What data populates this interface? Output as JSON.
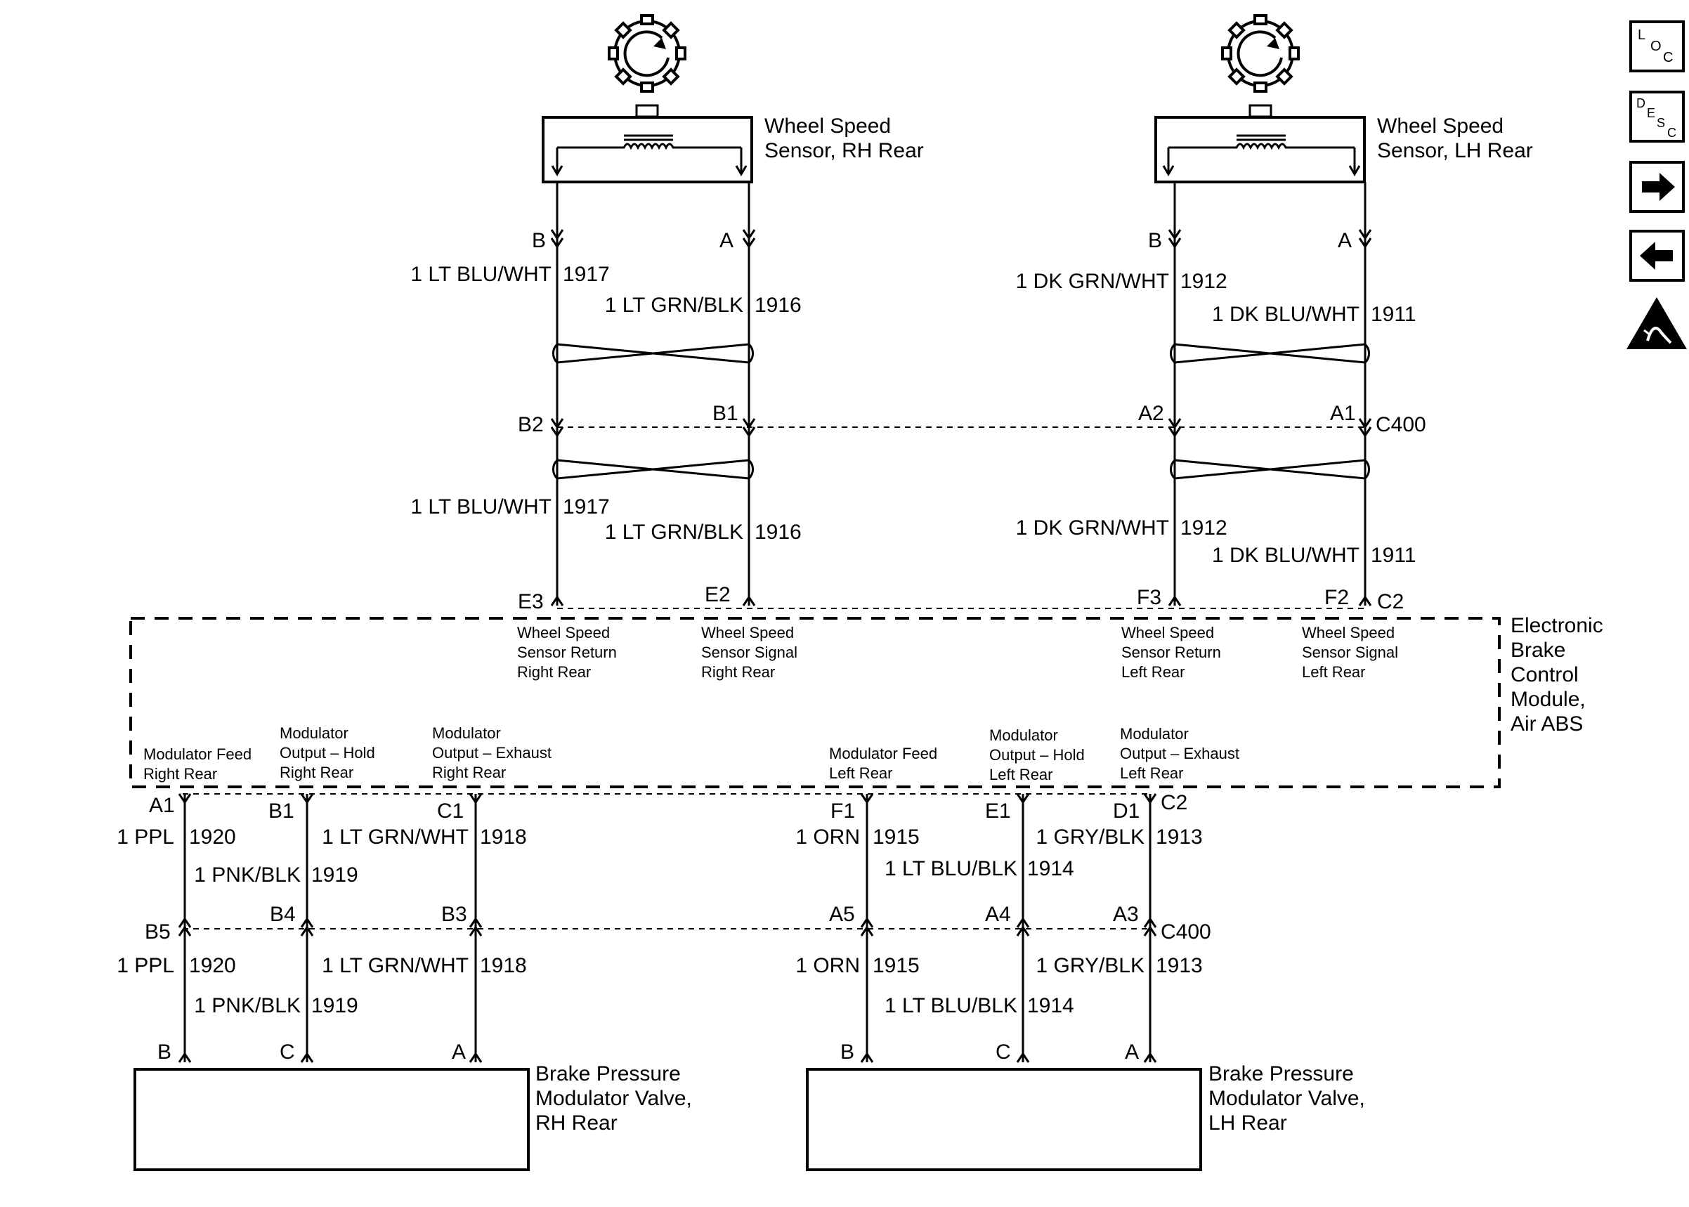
{
  "sensors": {
    "rh": {
      "title": [
        "Wheel Speed",
        "Sensor, RH Rear"
      ],
      "pin_b": "B",
      "pin_a": "A"
    },
    "lh": {
      "title": [
        "Wheel Speed",
        "Sensor, LH Rear"
      ],
      "pin_b": "B",
      "pin_a": "A"
    }
  },
  "upper_wires": {
    "rh": {
      "w1_color": "1 LT BLU/WHT",
      "w1_circuit": "1917",
      "w2_color": "1 LT GRN/BLK",
      "w2_circuit": "1916",
      "w3_color": "1 LT BLU/WHT",
      "w3_circuit": "1917",
      "w4_color": "1 LT GRN/BLK",
      "w4_circuit": "1916"
    },
    "lh": {
      "w1_color": "1 DK GRN/WHT",
      "w1_circuit": "1912",
      "w2_color": "1 DK BLU/WHT",
      "w2_circuit": "1911",
      "w3_color": "1 DK GRN/WHT",
      "w3_circuit": "1912",
      "w4_color": "1 DK BLU/WHT",
      "w4_circuit": "1911"
    }
  },
  "upper_connector": {
    "name": "C400",
    "pins": [
      "B2",
      "B1",
      "A2",
      "A1"
    ]
  },
  "module_pins_top": {
    "e3": "E3",
    "e2": "E2",
    "f3": "F3",
    "f2": "F2",
    "connector": "C2"
  },
  "module": {
    "title": [
      "Electronic",
      "Brake",
      "Control",
      "Module,",
      "Air ABS"
    ],
    "top_labels": [
      [
        "Wheel Speed",
        "Sensor Return",
        "Right Rear"
      ],
      [
        "Wheel Speed",
        "Sensor Signal",
        "Right Rear"
      ],
      [
        "Wheel Speed",
        "Sensor Return",
        "Left Rear"
      ],
      [
        "Wheel Speed",
        "Sensor Signal",
        "Left Rear"
      ]
    ],
    "bottom_labels": [
      [
        "Modulator Feed",
        "Right Rear"
      ],
      [
        "Modulator",
        "Output – Hold",
        "Right Rear"
      ],
      [
        "Modulator",
        "Output – Exhaust",
        "Right Rear"
      ],
      [
        "Modulator Feed",
        "Left Rear"
      ],
      [
        "Modulator",
        "Output – Hold",
        "Left Rear"
      ],
      [
        "Modulator",
        "Output – Exhaust",
        "Left Rear"
      ]
    ]
  },
  "module_pins_bottom": {
    "a1": "A1",
    "b1": "B1",
    "c1": "C1",
    "f1": "F1",
    "e1": "E1",
    "d1": "D1",
    "connector": "C2"
  },
  "lower_wires": {
    "upper": [
      {
        "color": "1 PPL",
        "circuit": "1920"
      },
      {
        "color": "1 PNK/BLK",
        "circuit": "1919"
      },
      {
        "color": "1 LT GRN/WHT",
        "circuit": "1918"
      },
      {
        "color": "1 ORN",
        "circuit": "1915"
      },
      {
        "color": "1 LT BLU/BLK",
        "circuit": "1914"
      },
      {
        "color": "1 GRY/BLK",
        "circuit": "1913"
      }
    ],
    "lower": [
      {
        "color": "1 PPL",
        "circuit": "1920"
      },
      {
        "color": "1 PNK/BLK",
        "circuit": "1919"
      },
      {
        "color": "1 LT GRN/WHT",
        "circuit": "1918"
      },
      {
        "color": "1 ORN",
        "circuit": "1915"
      },
      {
        "color": "1 LT BLU/BLK",
        "circuit": "1914"
      },
      {
        "color": "1 GRY/BLK",
        "circuit": "1913"
      }
    ]
  },
  "lower_connector": {
    "name": "C400",
    "pins": [
      "B5",
      "B4",
      "B3",
      "A5",
      "A4",
      "A3"
    ]
  },
  "valves": {
    "rh": {
      "title": [
        "Brake Pressure",
        "Modulator Valve,",
        "RH Rear"
      ],
      "pins": [
        "B",
        "C",
        "A"
      ]
    },
    "lh": {
      "title": [
        "Brake Pressure",
        "Modulator Valve,",
        "LH Rear"
      ],
      "pins": [
        "B",
        "C",
        "A"
      ]
    }
  },
  "nav": {
    "loc": {
      "l1": "L",
      "l2": "O",
      "l3": "C"
    },
    "desc": {
      "l1": "D",
      "l2": "E",
      "l3": "S",
      "l4": "C"
    },
    "next_icon": "arrow-right-icon",
    "prev_icon": "arrow-left-icon",
    "esd_icon": "esd-warning-icon"
  }
}
